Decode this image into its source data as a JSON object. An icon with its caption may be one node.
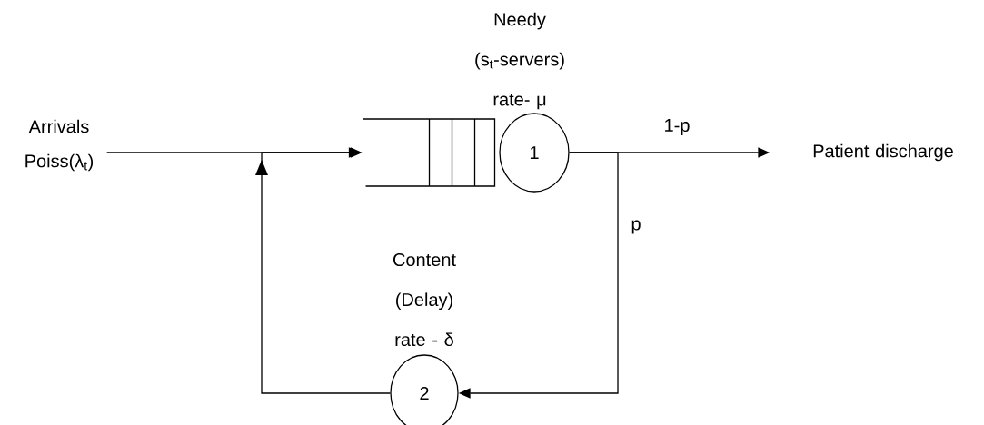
{
  "diagram": {
    "nodes": [
      {
        "text": [
          "Arrivals Poiss(λ$_{t}$)"
        ]
      },
      {
        "text": [],
        "shape": "box"
      },
      {
        "text": [
          "1"
        ],
        "beside": [
          "Needy (s$_{t}$-servers) rate- μ"
        ]
      },
      {
        "text": [
          "Patient discharge"
        ]
      },
      {
        "text": [
          "2"
        ],
        "beside": [
          "Content (Delay) rate - δ"
        ]
      }
    ],
    "edges": [
      {
        "from": 0,
        "to": 1,
        "arrow": "to"
      },
      {
        "from": 2,
        "to": 3,
        "arrow": "to",
        "label": "1-p"
      },
      {
        "from": 2,
        "to": 4,
        "arrow": "to",
        "label": "p"
      },
      {
        "from": 4,
        "to": 1,
        "arrow": "to"
      }
    ]
  }
}
